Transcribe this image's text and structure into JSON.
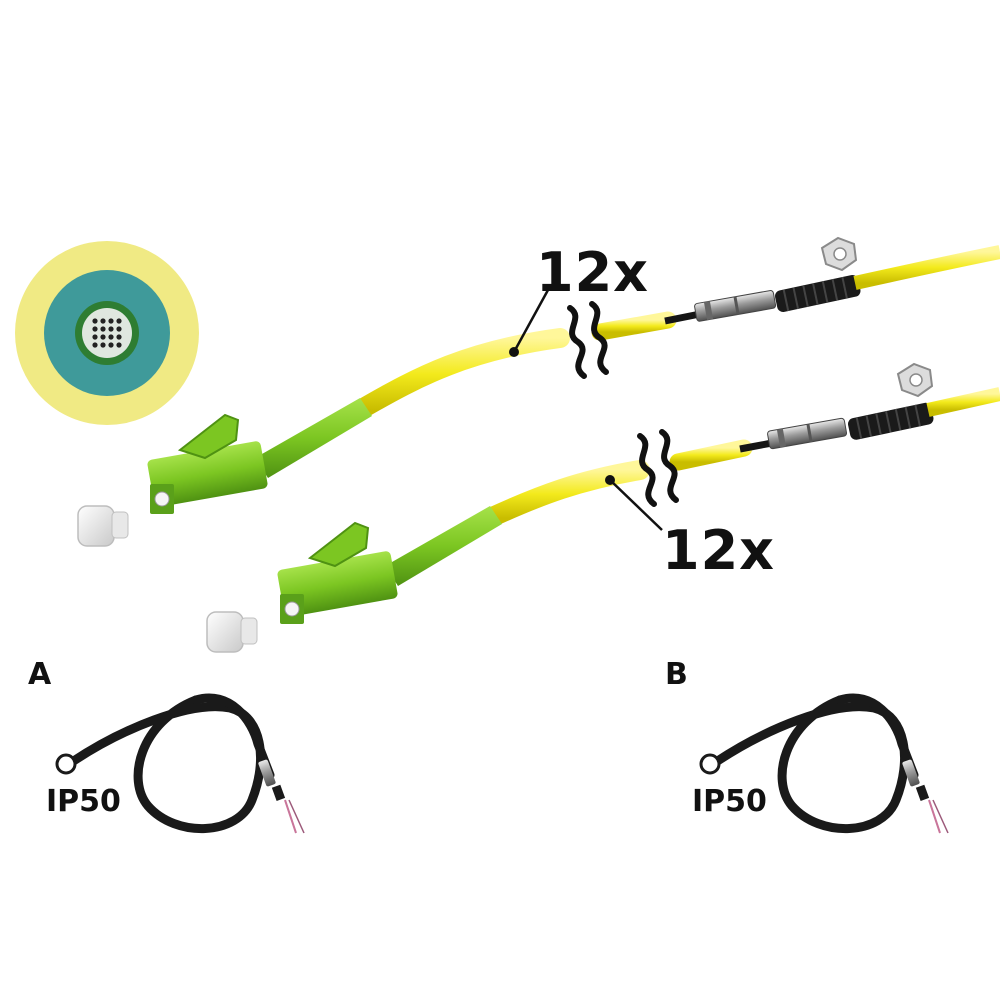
{
  "labels": {
    "top_count": "12x",
    "bottom_count": "12x",
    "variant_a": "A",
    "variant_b": "B",
    "ip_rating_a": "IP50",
    "ip_rating_b": "IP50"
  },
  "colors": {
    "jacket_yellow": "#f3ea1c",
    "connector_green": "#7cc622",
    "cross_section_outer": "#f0ea84",
    "cross_section_teal": "#3f9a9a",
    "cross_section_inner_green": "#2e7d32",
    "protective_hose": "#1a1a1a"
  },
  "icons": [
    "fiber-cross-section-icon",
    "lc-connector-icon",
    "dust-cap-icon",
    "break-mark-icon",
    "cable-gland-icon",
    "pulling-eye-icon",
    "coiled-cable-icon"
  ],
  "cross_section": {
    "fiber_grid_rows": 4,
    "fiber_grid_cols": 4,
    "fiber_count": 12
  }
}
